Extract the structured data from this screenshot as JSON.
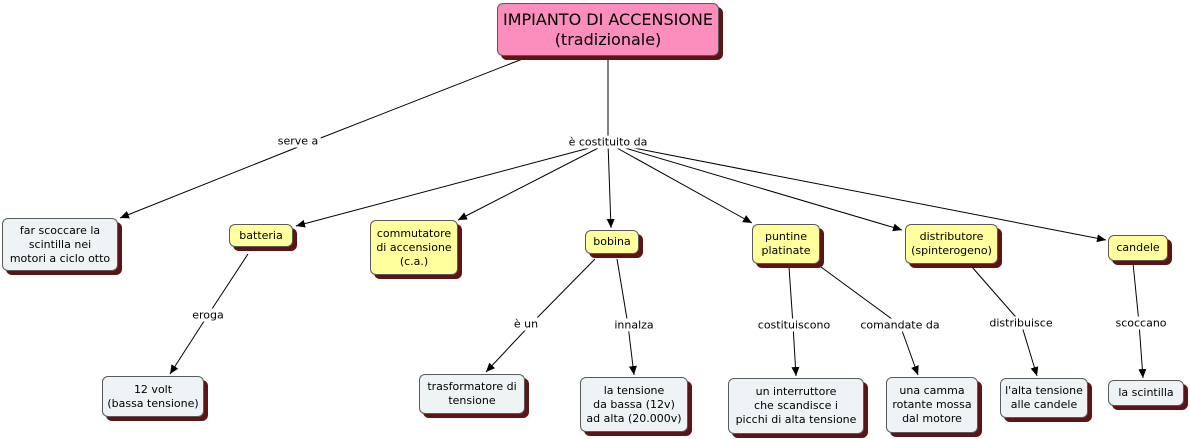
{
  "root": {
    "line1": "IMPIANTO DI ACCENSIONE",
    "line2": "(tradizionale)"
  },
  "links": {
    "serve_a": "serve a",
    "costituito": "è costituito da",
    "eroga": "eroga",
    "e_un": "è un",
    "innalza": "innalza",
    "costituiscono": "costituiscono",
    "comandate_da": "comandate da",
    "distribuisce": "distribuisce",
    "scoccano": "scoccano"
  },
  "nodes": {
    "far_scoccare": "far scoccare la\nscintilla nei\nmotori a ciclo otto",
    "batteria": "batteria",
    "commutatore": "commutatore\ndi accensione\n(c.a.)",
    "bobina": "bobina",
    "puntine": "puntine\nplatinate",
    "distributore": "distributore\n(spinterogeno)",
    "candele": "candele",
    "dodici_volt": "12 volt\n(bassa tensione)",
    "trasformatore": "trasformatore di\ntensione",
    "tensione": "la tensione\nda bassa (12v)\nad alta (20.000v)",
    "interruttore": "un interruttore\nche scandisce i\npicchi di alta tensione",
    "camma": "una camma\nrotante mossa\ndal motore",
    "alta_tensione": "l'alta tensione\nalle candele",
    "scintilla": "la scintilla"
  },
  "colors": {
    "root": "#fb8ebd",
    "concept": "#ffff9e",
    "leaf": "#eef4f6",
    "shadow": "#5c1414"
  }
}
